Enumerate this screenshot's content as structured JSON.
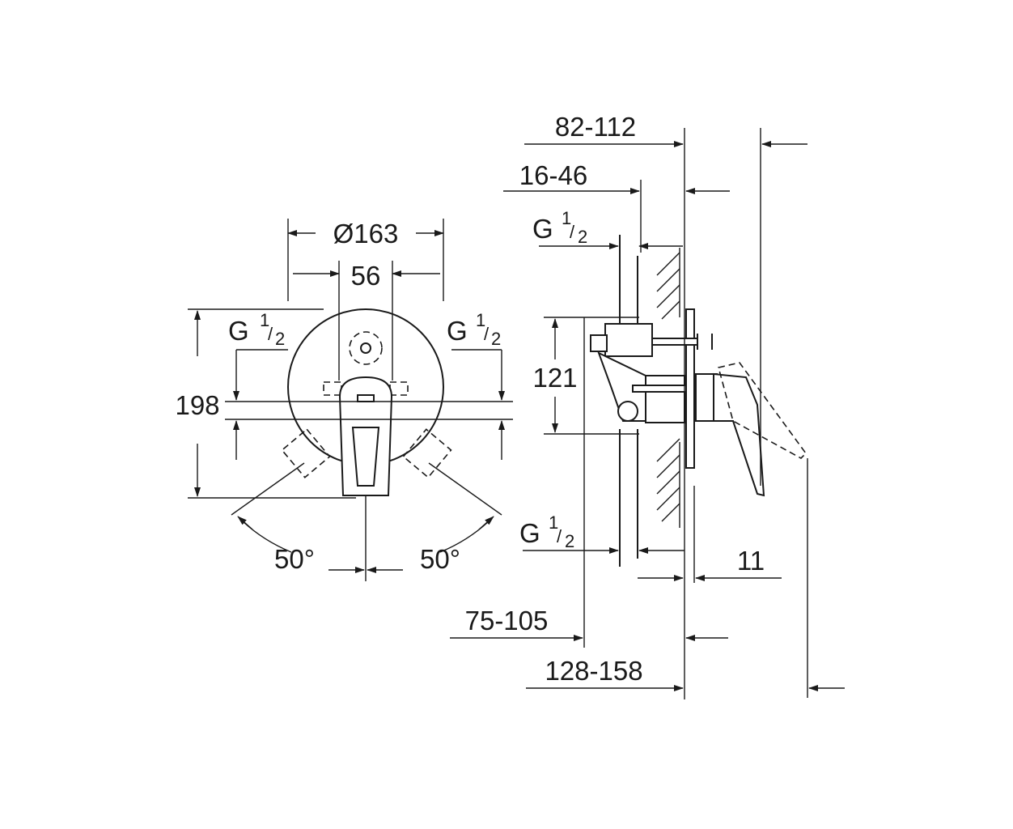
{
  "front_view": {
    "diameter": "Ø163",
    "handle_width": "56",
    "height": "198",
    "thread_left": {
      "main": "G",
      "num": "1",
      "den": "2"
    },
    "thread_right": {
      "main": "G",
      "num": "1",
      "den": "2"
    },
    "angle_left": "50°",
    "angle_right": "50°"
  },
  "side_view": {
    "depth_total": "82-112",
    "depth_wall": "16-46",
    "thread_top": {
      "main": "G",
      "num": "1",
      "den": "2"
    },
    "height": "121",
    "thread_bottom": {
      "main": "G",
      "num": "1",
      "den": "2"
    },
    "plate": "11",
    "depth_body": "75-105",
    "depth_overall": "128-158"
  }
}
